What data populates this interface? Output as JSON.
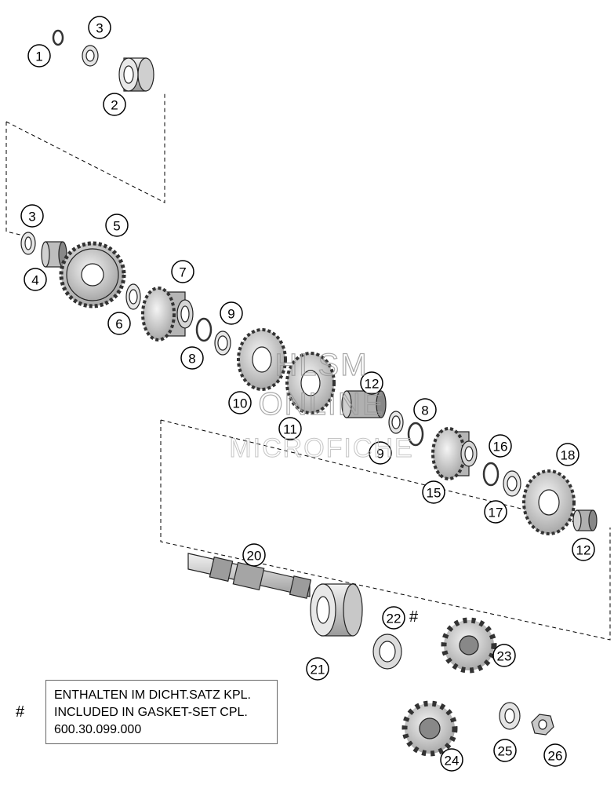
{
  "watermark": {
    "line1": "HLSM",
    "line2": "ONLINE",
    "line3": "MICROFICHE"
  },
  "callouts": [
    "1",
    "2",
    "3",
    "3",
    "4",
    "5",
    "6",
    "7",
    "8",
    "8",
    "9",
    "9",
    "10",
    "11",
    "12",
    "12",
    "15",
    "16",
    "17",
    "18",
    "20",
    "21",
    "22",
    "23",
    "24",
    "25",
    "26"
  ],
  "hash_marks": {
    "part22": "#",
    "legend": "#"
  },
  "legend": {
    "line1": "ENTHALTEN IM DICHT.SATZ KPL.",
    "line2": "INCLUDED IN GASKET-SET CPL.",
    "line3": "600.30.099.000"
  },
  "colors": {
    "part_fill": "#d8d8d8",
    "part_dark": "#9e9e9e",
    "ink": "#000000",
    "watermark": "#9a9a9a"
  }
}
